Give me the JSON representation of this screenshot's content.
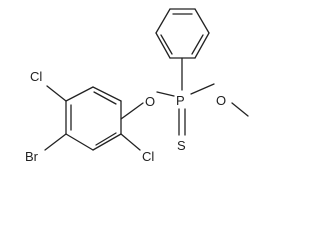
{
  "molecule": {
    "atoms": {
      "phosphorus": "P",
      "sulfur": "S",
      "oxygen_aryl": "O",
      "oxygen_methoxy": "O",
      "chlorine_top": "Cl",
      "chlorine_bottom": "Cl",
      "bromine": "Br"
    }
  },
  "colors": {
    "bond": "#222222",
    "label": "#222222",
    "background": "#ffffff"
  }
}
